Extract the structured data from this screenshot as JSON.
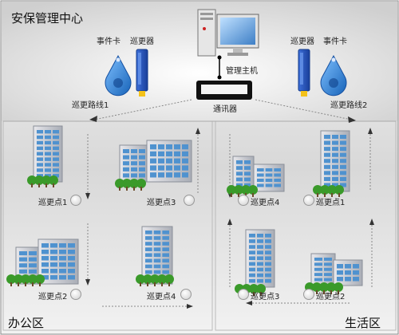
{
  "title": "安保管理中心",
  "labels": {
    "event_card_left": "事件卡",
    "patrol_device_left": "巡更器",
    "patrol_device_right": "巡更器",
    "event_card_right": "事件卡",
    "host": "管理主机",
    "comm": "通讯器",
    "route1": "巡更路线1",
    "route2": "巡更路线2"
  },
  "zones": {
    "office": "办公区",
    "living": "生活区"
  },
  "points": {
    "o1": "巡更点1",
    "o2": "巡更点2",
    "o3": "巡更点3",
    "o4": "巡更点4",
    "l1": "巡更点1",
    "l2": "巡更点2",
    "l3": "巡更点3",
    "l4": "巡更点4"
  },
  "colors": {
    "building_glass": "#4f92cf",
    "tree": "#3a9a2a",
    "card": "#2a7bd0",
    "device": "#2450b0"
  }
}
